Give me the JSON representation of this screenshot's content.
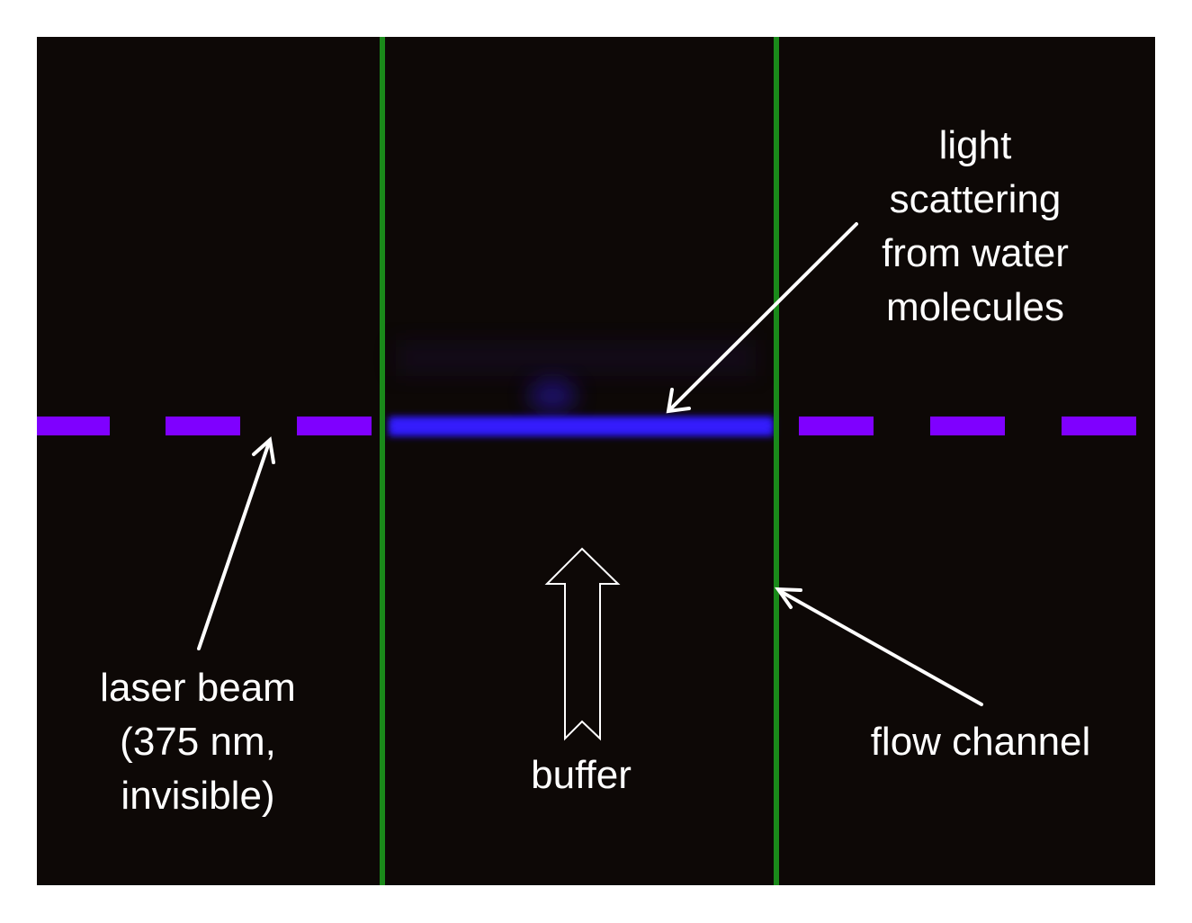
{
  "figure": {
    "background_color": "#0d0806",
    "channel_wall_color": "#1a8a1a",
    "laser_dash_color": "#7f00ff",
    "scatter_glow_color": "#2a12f5",
    "annotation_color": "#ffffff"
  },
  "labels": {
    "scattering": {
      "lines": [
        "light",
        "scattering",
        "from water",
        "molecules"
      ]
    },
    "laser": {
      "lines": [
        "laser beam",
        "(375 nm,",
        "invisible)"
      ]
    },
    "buffer": {
      "text": "buffer"
    },
    "flow_channel": {
      "text": "flow channel"
    }
  }
}
